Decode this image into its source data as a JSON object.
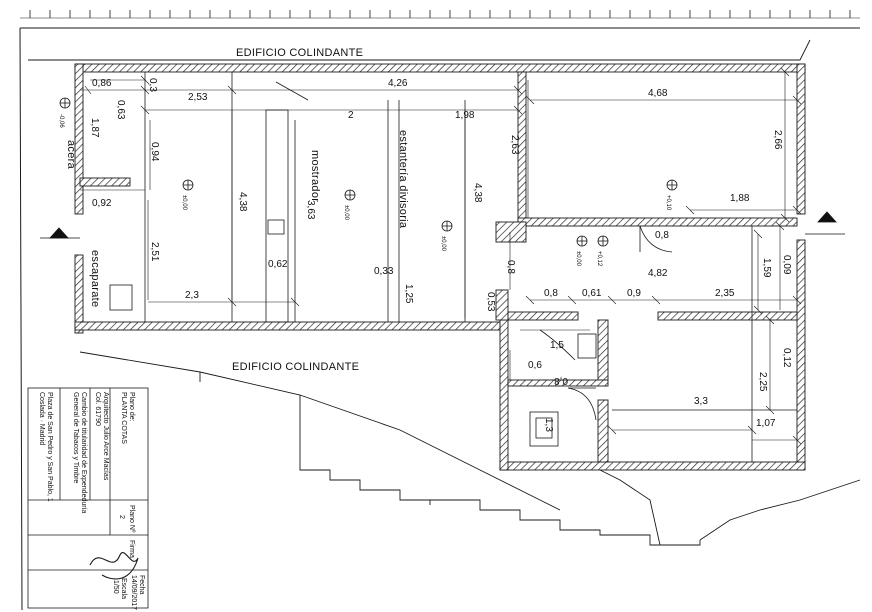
{
  "colors": {
    "line": "#1a1a1a",
    "hatch": "#2a2a2a",
    "paper": "#ffffff"
  },
  "labels": {
    "building_top": "EDIFICIO COLINDANTE",
    "building_bottom": "EDIFICIO COLINDANTE",
    "acera": "acera",
    "escaparate": "escaparate",
    "mostrador": "mostrador",
    "estanteria": "estantería divisoria"
  },
  "levels": {
    "l1": "-0,06",
    "l2": "±0,00",
    "l3": "±0,00",
    "l4": "±0,00",
    "l5": "+0,10",
    "l6": "±0,00",
    "l7": "+0,12"
  },
  "dims": {
    "d086": "0,86",
    "d03": "0,3",
    "d063": "0,63",
    "d187": "1,87",
    "d253": "2,53",
    "d426": "4,26",
    "d2": "2",
    "d198": "1,98",
    "d468": "4,68",
    "d263": "2,63",
    "d266": "2,66",
    "d094": "0,94",
    "d438a": "4,38",
    "d363": "3,63",
    "d438b": "4,38",
    "d092": "0,92",
    "d188": "1,88",
    "d08a": "0,8",
    "d251": "2,51",
    "d062": "0,62",
    "d033": "0,33",
    "d125": "1,25",
    "d08b": "0,8",
    "d482": "4,82",
    "d159": "1,59",
    "d009": "0,09",
    "d23": "2,3",
    "d053": "0,53",
    "d08c": "0,8",
    "d061": "0,61",
    "d09": "0,9",
    "d235": "2,35",
    "d15": "1,5",
    "d06": "0,6",
    "d08d": "0,8",
    "d012": "0,12",
    "d225": "2,25",
    "d33": "3,3",
    "d107": "1,07",
    "d13": "1,3"
  },
  "titleblock": {
    "plano_de": "Plano de:",
    "plano_value": "PLANTA COTAS",
    "plano_no": "Plano Nº",
    "plano_no_value": "2",
    "firma": "Firma",
    "fecha": "Fecha",
    "fecha_value": "14/09/2017",
    "escala": "Escala",
    "escala_value": "1/50",
    "arquitecto": "Arquitecto Julio Arce Macías",
    "colegiado": "Col. 61790",
    "project": "Cambio de titularidad de Expendeduría",
    "project2": "General de Tabacos y Timbre",
    "address": "Plaza de San Pedro y San Pablo, 1",
    "city": "Coslada · Madrid"
  }
}
